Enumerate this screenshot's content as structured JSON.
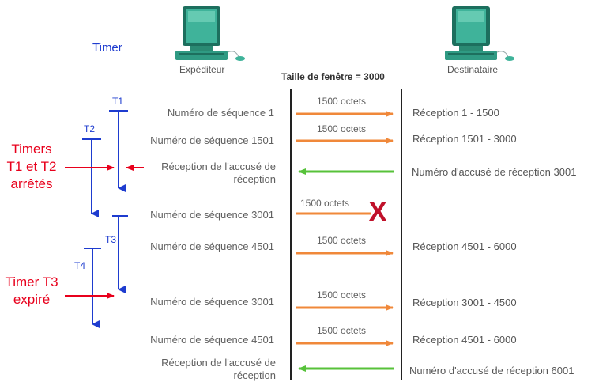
{
  "header": {
    "timer_label": "Timer",
    "sender_label": "Expéditeur",
    "receiver_label": "Destinataire",
    "window_label": "Taille de fenêtre = 3000"
  },
  "timers": {
    "t1": "T1",
    "t2": "T2",
    "t3": "T3",
    "t4": "T4"
  },
  "annotations": {
    "stopped_line1": "Timers",
    "stopped_line2": "T1 et T2",
    "stopped_line3": "arrêtés",
    "expired_line1": "Timer T3",
    "expired_line2": "expiré"
  },
  "rows": [
    {
      "sender": "Numéro de séquence 1",
      "segment": "1500 octets",
      "receiver": "Réception 1 - 1500"
    },
    {
      "sender": "Numéro de séquence 1501",
      "segment": "1500 octets",
      "receiver": "Réception 1501 - 3000"
    },
    {
      "sender_line1": "Réception de l'accusé de",
      "sender_line2": "réception",
      "receiver": "Numéro d'accusé de réception 3001"
    },
    {
      "sender": "Numéro de séquence 3001",
      "segment": "1500 octets",
      "lost_mark": "X"
    },
    {
      "sender": "Numéro de séquence 4501",
      "segment": "1500 octets",
      "receiver": "Réception 4501 - 6000"
    },
    {
      "sender": "Numéro de séquence 3001",
      "segment": "1500 octets",
      "receiver": "Réception 3001 - 4500"
    },
    {
      "sender": "Numéro de séquence 4501",
      "segment": "1500 octets",
      "receiver": "Réception 4501 - 6000"
    },
    {
      "sender_line1": "Réception de l'accusé de",
      "sender_line2": "réception",
      "receiver": "Numéro d'accusé de réception 6001"
    }
  ],
  "colors": {
    "data_arrow": "#f0883a",
    "ack_arrow": "#57c23a",
    "timer": "#1e3ccf",
    "annotation": "#e8001c",
    "loss_mark": "#c0112a",
    "computer": "#2f9a83"
  },
  "icons": [
    "sender-computer-icon",
    "receiver-computer-icon"
  ]
}
